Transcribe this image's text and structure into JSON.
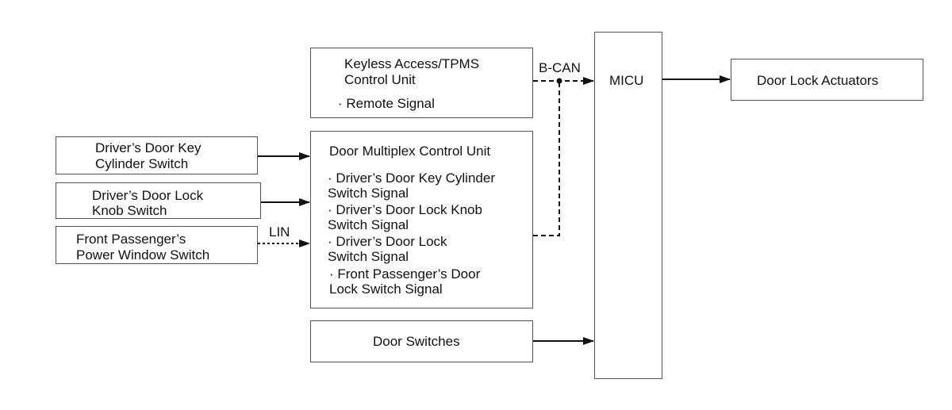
{
  "blocks": {
    "keyless": {
      "title_line1": "Keyless Access/TPMS",
      "title_line2": "Control Unit",
      "signal": "· Remote Signal"
    },
    "door_multiplex": {
      "title": "Door Multiplex Control Unit",
      "signals": [
        [
          "· Driver’s Door Key Cylinder",
          "Switch Signal"
        ],
        [
          "· Driver’s Door Lock Knob",
          "Switch Signal"
        ],
        [
          "· Driver’s Door Lock",
          "Switch Signal"
        ],
        [
          "· Front Passenger’s Door",
          "Lock Switch Signal"
        ]
      ]
    },
    "key_cylinder_switch": {
      "line1": "Driver’s Door Key",
      "line2": "Cylinder Switch"
    },
    "lock_knob_switch": {
      "line1": "Driver’s Door Lock",
      "line2": "Knob Switch"
    },
    "passenger_window_switch": {
      "line1": "Front Passenger’s",
      "line2": "Power Window Switch"
    },
    "door_switches": {
      "label": "Door Switches"
    },
    "micu": {
      "label": "MICU"
    },
    "door_lock_actuators": {
      "label": "Door Lock Actuators"
    }
  },
  "bus_labels": {
    "lin": "LIN",
    "bcan": "B-CAN"
  }
}
